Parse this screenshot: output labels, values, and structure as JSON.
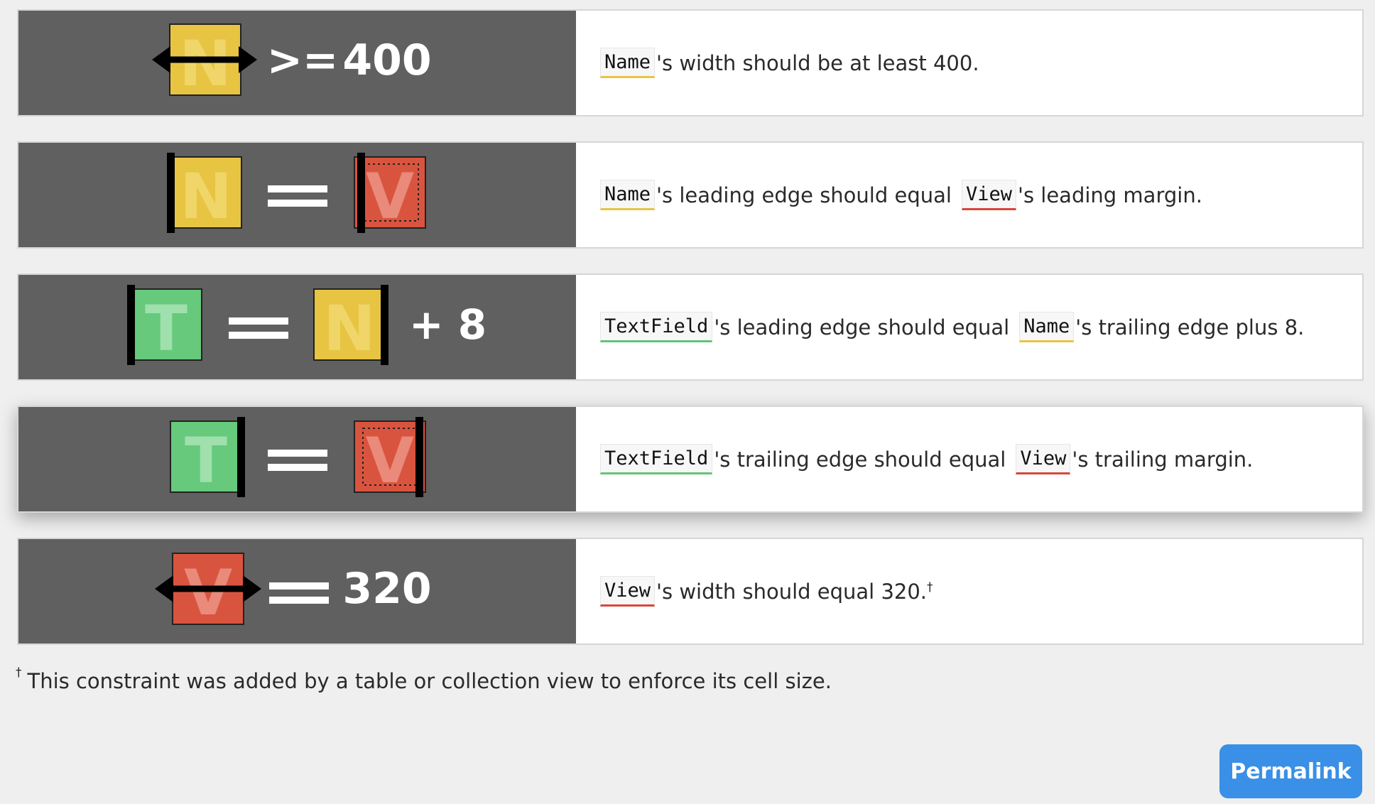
{
  "constraints": [
    {
      "visual": {
        "left_letter": "N",
        "operator": ">=",
        "right_value": "400"
      },
      "description": [
        {
          "kind": "code",
          "text": "Name",
          "color": "yellow"
        },
        {
          "kind": "text",
          "text": "'s width should be at least 400."
        }
      ]
    },
    {
      "visual": {
        "left_letter": "N",
        "operator": "==",
        "right_letter": "V"
      },
      "description": [
        {
          "kind": "code",
          "text": "Name",
          "color": "yellow"
        },
        {
          "kind": "text",
          "text": "'s leading edge should equal"
        },
        {
          "kind": "code",
          "text": "View",
          "color": "red"
        },
        {
          "kind": "text",
          "text": "'s leading margin."
        }
      ]
    },
    {
      "visual": {
        "left_letter": "T",
        "operator": "==",
        "right_letter": "N",
        "suffix": "+ 8"
      },
      "description": [
        {
          "kind": "code",
          "text": "TextField",
          "color": "green"
        },
        {
          "kind": "text",
          "text": "'s leading edge should equal"
        },
        {
          "kind": "code",
          "text": "Name",
          "color": "yellow"
        },
        {
          "kind": "text",
          "text": "'s trailing edge plus 8."
        }
      ]
    },
    {
      "visual": {
        "left_letter": "T",
        "operator": "==",
        "right_letter": "V"
      },
      "description": [
        {
          "kind": "code",
          "text": "TextField",
          "color": "green"
        },
        {
          "kind": "text",
          "text": "'s trailing edge should equal"
        },
        {
          "kind": "code",
          "text": "View",
          "color": "red"
        },
        {
          "kind": "text",
          "text": "'s trailing margin."
        }
      ]
    },
    {
      "visual": {
        "left_letter": "V",
        "operator": "==",
        "right_value": "320"
      },
      "description": [
        {
          "kind": "code",
          "text": "View",
          "color": "red"
        },
        {
          "kind": "text",
          "text": "'s width should equal 320."
        },
        {
          "kind": "sup",
          "text": "†"
        }
      ]
    }
  ],
  "footnote": {
    "marker": "†",
    "text": "This constraint was added by a table or collection view to enforce its cell size."
  },
  "permalink_label": "Permalink",
  "colors": {
    "yellow_fill": "#e8c443",
    "yellow_letter": "#f0d569",
    "red_fill": "#d9543f",
    "red_letter": "#e98a7a",
    "green_fill": "#66c97b",
    "green_letter": "#9fe0ac",
    "panel": "#606060",
    "accent_button": "#3a8fe6"
  }
}
